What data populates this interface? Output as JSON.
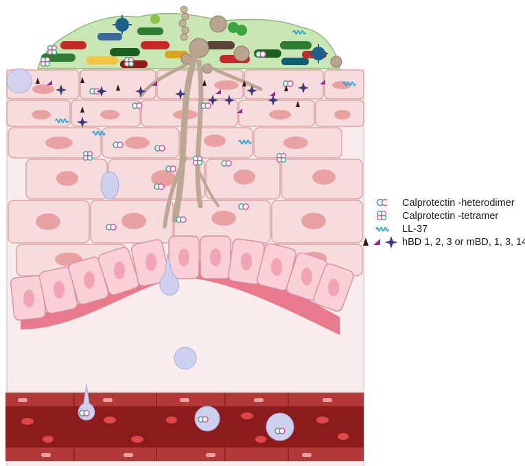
{
  "legend": {
    "heterodimer": "Calprotectin -heterodimer",
    "tetramer": "Calprotectin -tetramer",
    "ll37": "LL-37",
    "defensins": "hBD 1, 2, 3 or  mBD, 1, 3, 14"
  },
  "colors": {
    "keratinocyte_fill": "#f6dcdc",
    "keratinocyte_stroke": "#d99a9a",
    "nucleus": "#e8a2a2",
    "basal_fill": "#f9cfd8",
    "basement_membrane": "#e8657a",
    "dermis": "#f8ecec",
    "vessel_dark": "#8c1c1c",
    "vessel_red": "#c62828",
    "hypha": "#bba893",
    "microbiome_bg": "#c9e6b5",
    "neutrophil": "#cdd0ee",
    "ll37_blue": "#2aa7d6",
    "defensin_dark": "#3a1418",
    "defensin_magenta": "#9c2f8c",
    "defensin_star": "#3d3a7a",
    "calprotectin_green": "#3aa88a",
    "calprotectin_pink": "#d6579b"
  },
  "icons": [
    "heterodimer-icon",
    "tetramer-icon",
    "ll37-icon",
    "defensin-icon",
    "hypha-icon",
    "neutrophil-icon",
    "bacteria-icon",
    "virus-icon"
  ]
}
